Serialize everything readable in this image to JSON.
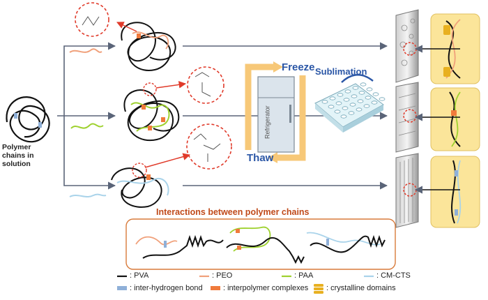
{
  "start_label": "Polymer chains in solution",
  "process": {
    "freeze_label": "Freeze",
    "thaw_label": "Thaw",
    "sublimation_label": "Sublimation",
    "refrigerator_label": "Refrigerator"
  },
  "interactions_title": "Interactions between polymer chains",
  "legend": {
    "polymers": [
      {
        "label": ": PVA",
        "color": "#111111"
      },
      {
        "label": ": PEO",
        "color": "#f0a07a"
      },
      {
        "label": ": PAA",
        "color": "#9ed12e"
      },
      {
        "label": ": CM-CTS",
        "color": "#a9d3ea"
      }
    ],
    "bonds": [
      {
        "label": ": inter-hydrogen bond",
        "color": "#8fb0d8"
      },
      {
        "label": ": interpolymer complexes",
        "color": "#f07a3c"
      },
      {
        "label": ": crystalline domains",
        "color": "#e8b020"
      }
    ]
  },
  "colors": {
    "arrow": "#5a6478",
    "freeze_arrow": "#f7c878",
    "highlight_red": "#e03a2a",
    "panel_yellow": "#fbe59a",
    "interaction_box_border": "#d87a3a"
  }
}
